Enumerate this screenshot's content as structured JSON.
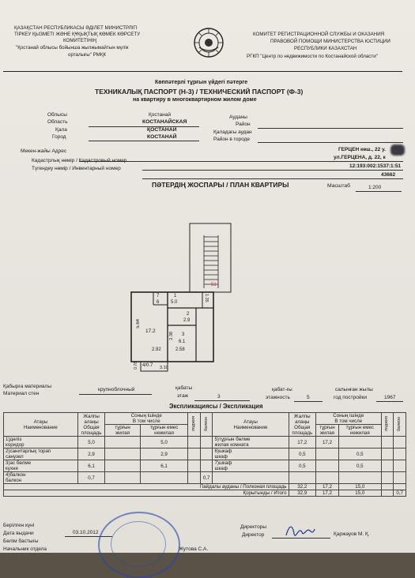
{
  "header": {
    "left": [
      "ҚАЗАҚСТАН РЕСПУБЛИКАСЫ ӘДІЛЕТ МИНИСТРЛІГІ",
      "ТІРКЕУ ҚЫЗМЕТІ ЖӘНЕ ҚҰҚЫҚТЫҚ КӨМЕК КӨРСЕТУ",
      "КОМИТЕТІНІҢ",
      "\"Қостанай облысы бойынша жылжымайтын мүлік",
      "орталығы\" РМҚК"
    ],
    "right": [
      "КОМИТЕТ РЕГИСТРАЦИОННОЙ СЛУЖБЫ И ОКАЗАНИЯ",
      "ПРАВОВОЙ ПОМОЩИ МИНИСТЕРСТВА ЮСТИЦИИ",
      "РЕСПУБЛИКИ КАЗАХСТАН",
      "РГКП \"Центр по недвижимости по Костанайской области\""
    ]
  },
  "title": {
    "line1": "Көппәтерлі тұрғын үйдегі пәтерге",
    "line2": "ТЕХНИКАЛЫҚ ПАСПОРТ (Н-3) / ТЕХНИЧЕСКИЙ ПАСПОРТ (Ф-3)",
    "line3": "на квартиру в многоквартирном жилом доме"
  },
  "fields": {
    "oblys_kz": "Облысы",
    "oblast_ru": "Область",
    "oblast_kz_val": "Қостанай",
    "oblast_val": "КОСТАНАЙСКАЯ",
    "audany_kz": "Ауданы",
    "raion_ru": "Район",
    "kala_kz": "Қала",
    "gorod_ru": "Город",
    "gorod_kz_val": "ҚОСТАНАЙ",
    "gorod_val": "КОСТАНАЙ",
    "kaladagy_kz": "Қаладағы аудан",
    "raion_gorod_ru": "Район в городе",
    "address_label": "Мекен-жайы Адрес",
    "address_kz_val": "ГЕРЦЕН көш., 22 у.",
    "address_val": "ул.ГЕРЦЕНА, д. 22, к",
    "cadastral_label": "Кадастрлық нөмір / Кадастровый номер",
    "cadastral_val": "12:193:002:1537:1:51",
    "inventory_label": "Түгендеу нөмір / Инвентарный номер",
    "inventory_val": "43662"
  },
  "plan": {
    "title": "ПӘТЕРДІҢ ЖОСПАРЫ / ПЛАН КВАРТИРЫ",
    "scale_label": "Масштаб",
    "scale_val": "1:200",
    "dims": {
      "room_51": "51",
      "d_7": "7",
      "d_6": "6",
      "d_1": "1",
      "d_5_0": "5.0",
      "d_1_35": "1.35",
      "d_2": "2",
      "d_2_9": "2.9",
      "d_3": "3",
      "d_6_1": "6.1",
      "d_5_64": "5.64",
      "d_17_2": "17.2",
      "d_2_38": "2.38",
      "d_2_92": "2.92",
      "d_2_58": "2.58",
      "d_4_07": "4/0.7",
      "d_0_78": "0.78",
      "d_3_10": "3.10"
    }
  },
  "building": {
    "wall_kz": "Қабырға материалы",
    "wall_ru": "Материал стен",
    "wall_val": "крупноблочный",
    "floor_kz": "қабаты",
    "floor_ru": "этаж",
    "floor_val": "3",
    "floors_kz": "қабат-ғы",
    "floors_ru": "этажность",
    "floors_val": "5",
    "year_kz": "салынған жылы",
    "year_ru": "год постройки",
    "year_val": "1967"
  },
  "explication": {
    "title": "Экспликациясы / Экспликация",
    "col_name": [
      "Атауы",
      "Наименование"
    ],
    "col_total": [
      "Жалпы",
      "алаңы",
      "Общая",
      "площадь"
    ],
    "col_incl": [
      "Соның ішінде",
      "В том числе"
    ],
    "col_living": [
      "тұрғын",
      "жилая"
    ],
    "col_nonliving": [
      "тұрғын емес",
      "нежилая"
    ],
    "col_loggia": "лоджия",
    "col_balcony": "балкон",
    "rows_left": [
      {
        "name": "1)дәліз",
        "name2": "коридор",
        "total": "5,0",
        "nonliving": "5,0"
      },
      {
        "name": "2)санитарлық торап",
        "name2": "санузел",
        "total": "2,9",
        "nonliving": "2,9"
      },
      {
        "name": "3)ас бөлме",
        "name2": "кухня",
        "total": "6,1",
        "nonliving": "6,1"
      },
      {
        "name": "4)балкон",
        "name2": "балкон",
        "total": "0,7",
        "balcony": "0,7"
      }
    ],
    "rows_right": [
      {
        "name": "5)тұрғын бөлме",
        "name2": "жилая комната",
        "total": "17,2",
        "living": "17,2"
      },
      {
        "name": "6)шкаф",
        "name2": "шкаф",
        "total": "0,5",
        "nonliving": "0,5"
      },
      {
        "name": "7)шкаф",
        "name2": "шкаф",
        "total": "0,5",
        "nonliving": "0,5"
      }
    ],
    "useful_label": "Пайдалы ауданы / Полезная площадь",
    "useful": {
      "total": "32,2",
      "living": "17,2",
      "nonliving": "15,0"
    },
    "itogo_label": "Қорытынды / Итого",
    "itogo": {
      "total": "32,9",
      "living": "17,2",
      "nonliving": "15,0",
      "balcony": "0,7"
    }
  },
  "footer": {
    "issued_kz": "Берілген күні",
    "issued_ru": "Дата выдачи",
    "issued_val": "03.10.2012",
    "dept_kz": "Бөлім бастығы",
    "dept_ru": "Начальник отдела",
    "director_kz": "Директоры",
    "director_ru": "Директор",
    "director_name": "Қаржауов М. Қ.",
    "head_name": "Жутова С.А."
  }
}
